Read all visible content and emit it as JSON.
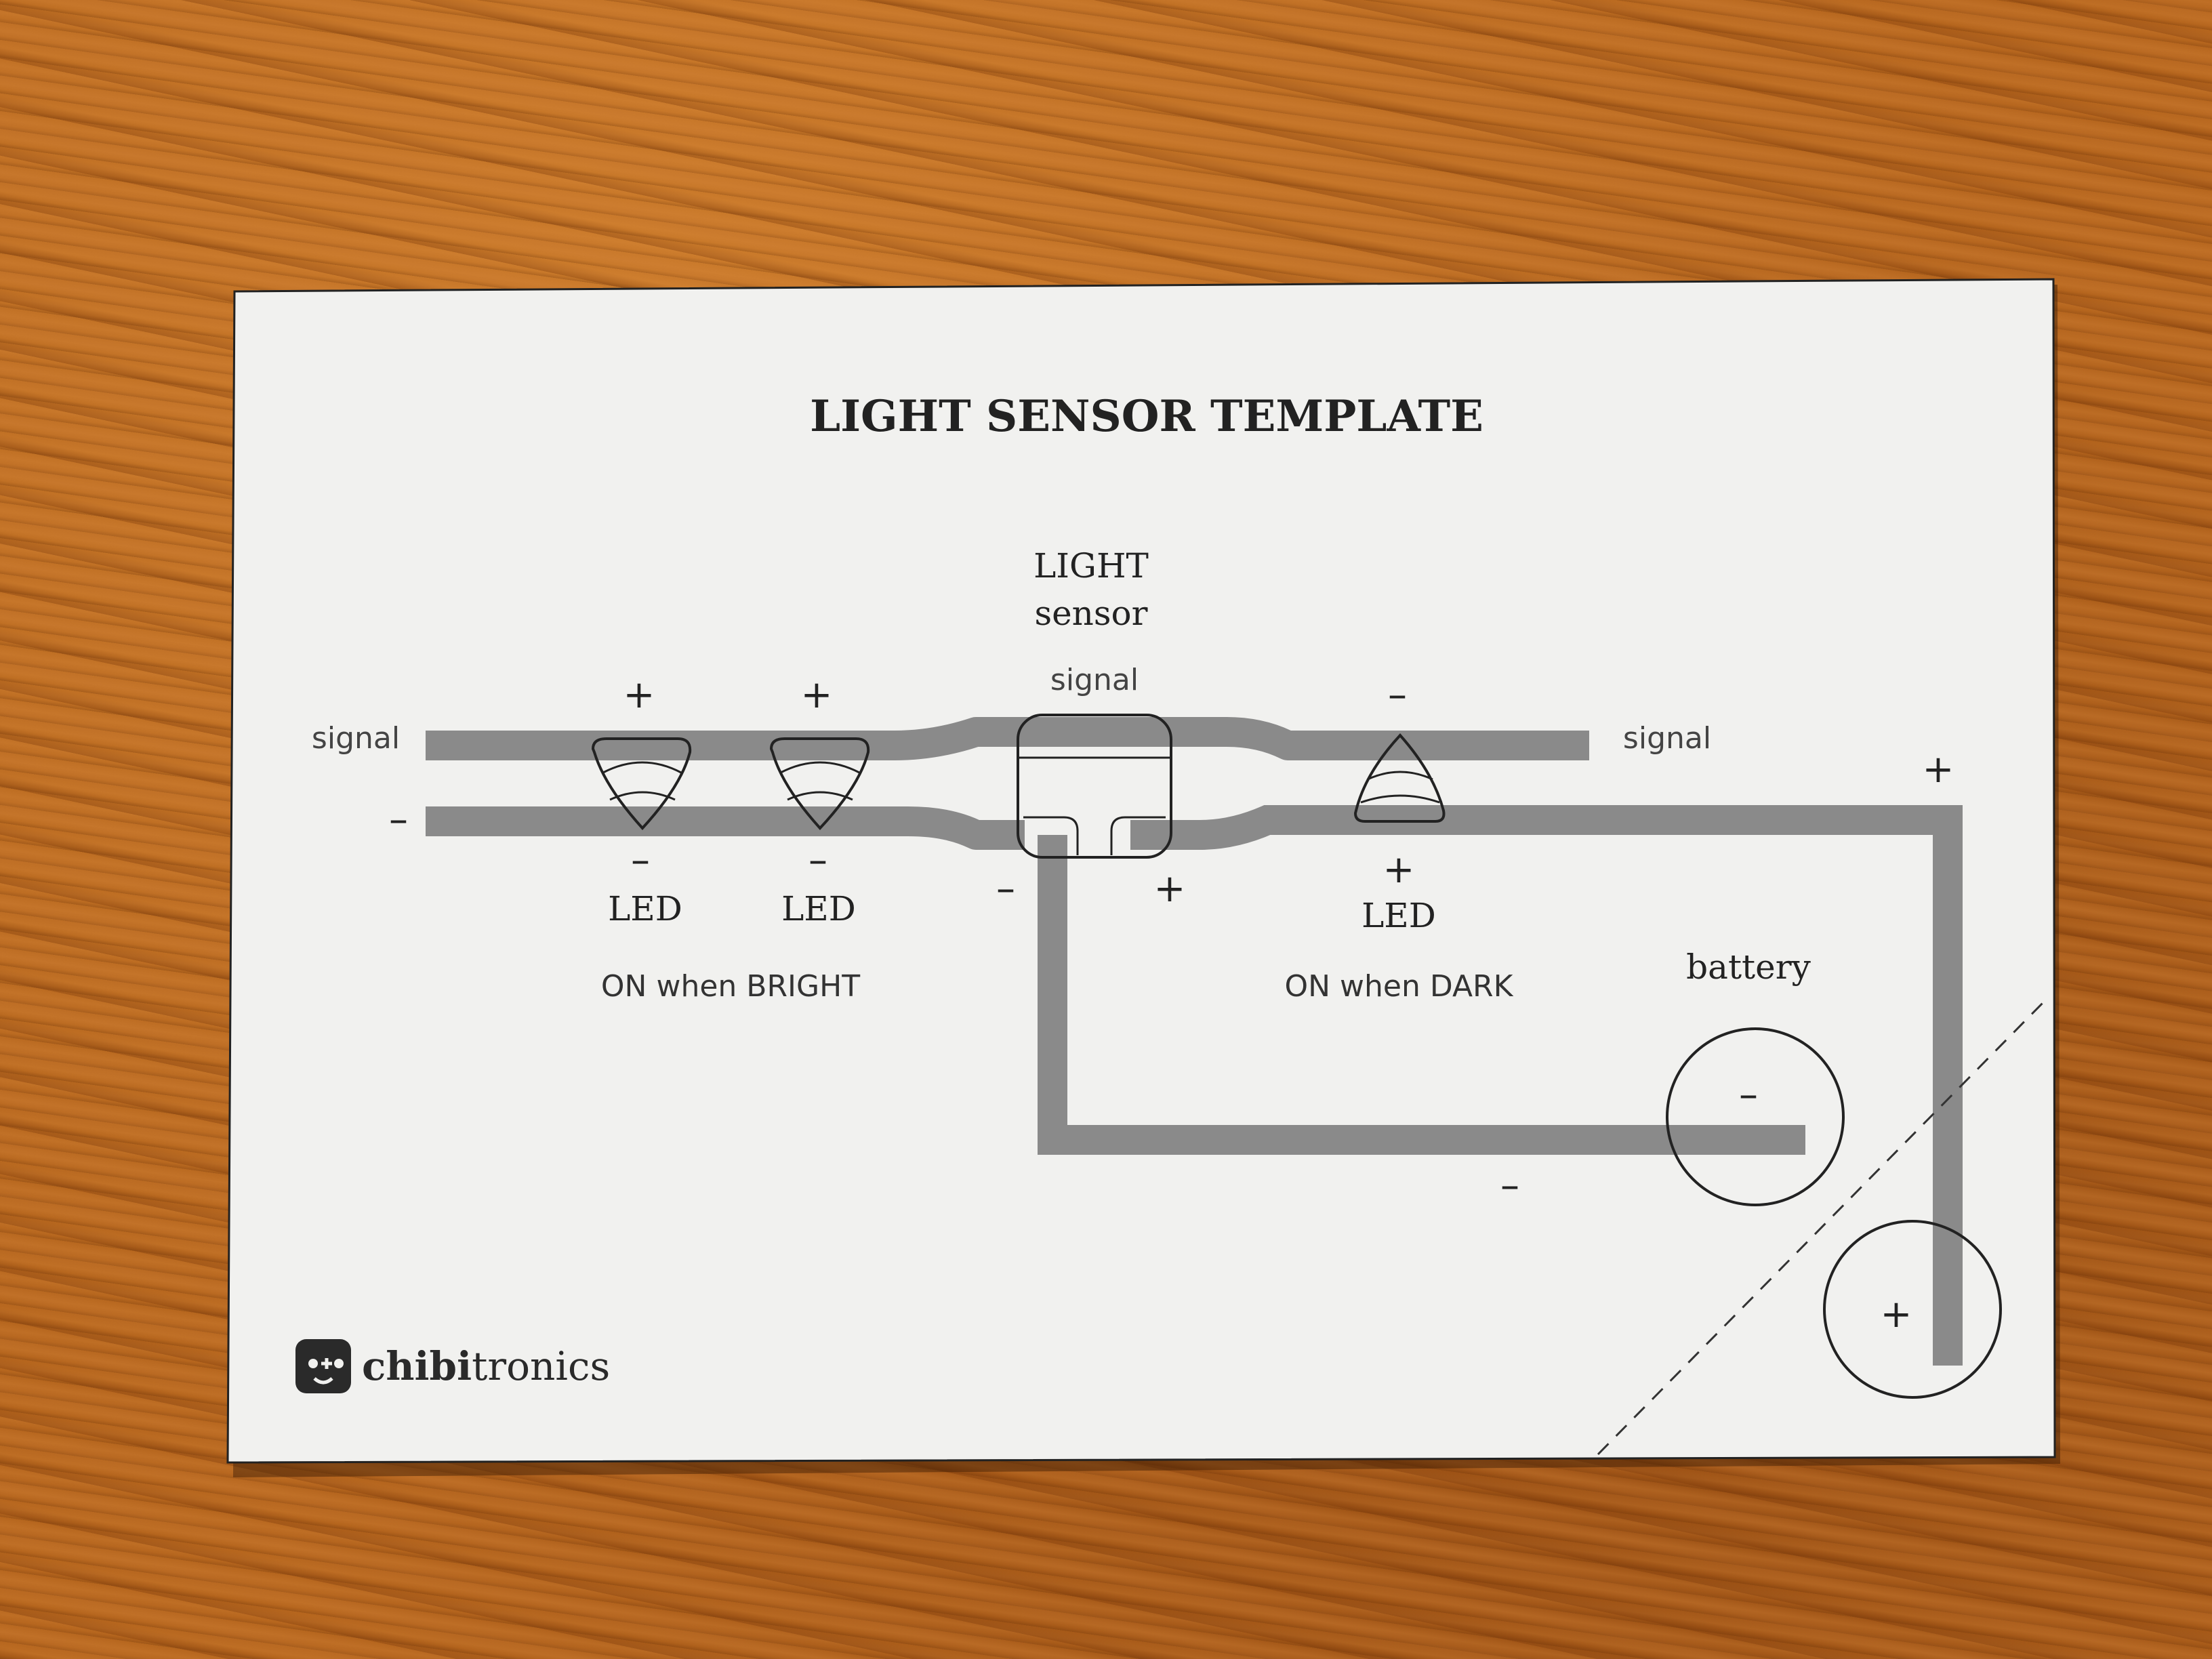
{
  "title": "LIGHT SENSOR TEMPLATE",
  "sensor": {
    "label_line1": "LIGHT",
    "label_line2": "sensor",
    "signal_label": "signal",
    "minus_label": "–",
    "plus_label": "+"
  },
  "left": {
    "signal_label": "signal",
    "minus_label": "–"
  },
  "right": {
    "signal_label": "signal",
    "plus_label": "+"
  },
  "leds": [
    {
      "top_sign": "+",
      "bottom_sign": "–",
      "label": "LED"
    },
    {
      "top_sign": "+",
      "bottom_sign": "–",
      "label": "LED"
    },
    {
      "top_sign": "–",
      "bottom_sign": "+",
      "label": "LED"
    }
  ],
  "group_labels": {
    "bright": "ON when BRIGHT",
    "dark": "ON when DARK"
  },
  "battery": {
    "label": "battery",
    "minus_sign": "–",
    "plus_sign": "+",
    "trace_minus": "–"
  },
  "brand": {
    "name_bold": "chibi",
    "name_regular": "tronics"
  },
  "colors": {
    "paper": "#f2f2f0",
    "trace": "#8a8a8a",
    "ink": "#222222"
  }
}
